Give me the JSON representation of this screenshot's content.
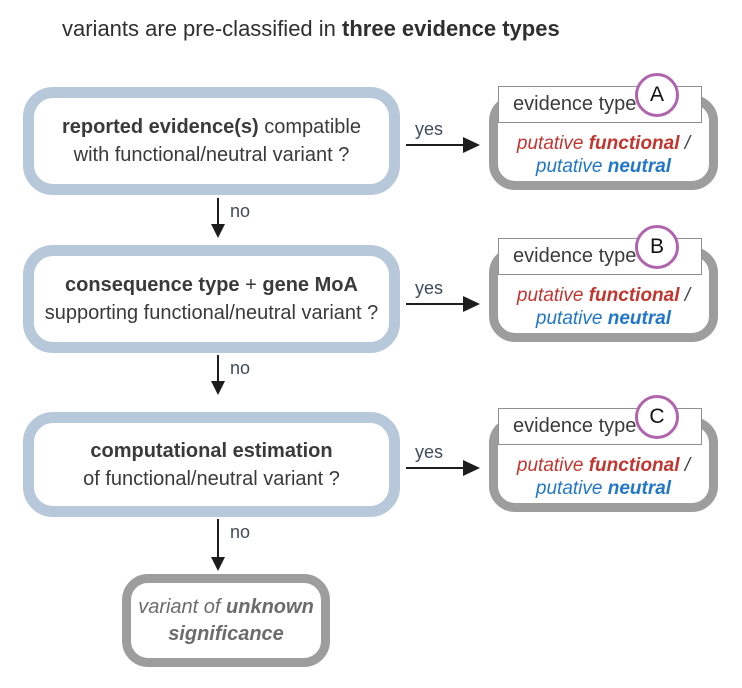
{
  "title": {
    "regular": "variants are pre-classified in ",
    "bold": "three evidence types"
  },
  "flow": {
    "decisions": [
      {
        "bold1": "reported evidence(s)",
        "mid": " compatible",
        "bold2": "",
        "line2": "with functional/neutral variant ?",
        "yes_label": "yes",
        "no_label": "no"
      },
      {
        "bold1": "consequence type",
        "mid": " + ",
        "bold2": "gene MoA",
        "line2": "supporting functional/neutral variant ?",
        "yes_label": "yes",
        "no_label": "no"
      },
      {
        "bold1": "computational estimation",
        "mid": "",
        "bold2": "",
        "line2": "of functional/neutral variant ?",
        "yes_label": "yes",
        "no_label": "no"
      }
    ],
    "evidence": [
      {
        "label": "evidence type",
        "letter": "A",
        "line1_putative": "putative ",
        "line1_term": "functional",
        "line1_suffix": " /",
        "line2_putative": "putative ",
        "line2_term": "neutral"
      },
      {
        "label": "evidence type",
        "letter": "B",
        "line1_putative": "putative ",
        "line1_term": "functional",
        "line1_suffix": " /",
        "line2_putative": "putative ",
        "line2_term": "neutral"
      },
      {
        "label": "evidence type",
        "letter": "C",
        "line1_putative": "putative ",
        "line1_term": "functional",
        "line1_suffix": " /",
        "line2_putative": "putative ",
        "line2_term": "neutral"
      }
    ],
    "terminal": {
      "line1_italic": "variant of ",
      "line1_bold": "unknown",
      "line2_bold": "significance"
    }
  },
  "colors": {
    "functional_red": "#c2362f",
    "neutral_blue": "#2277c8",
    "badge_purple": "#b164ae",
    "decision_border_blue": "#b6c8d9",
    "evidence_border_gray": "#9d9d9d",
    "arrow_black": "#1d1d1d"
  }
}
